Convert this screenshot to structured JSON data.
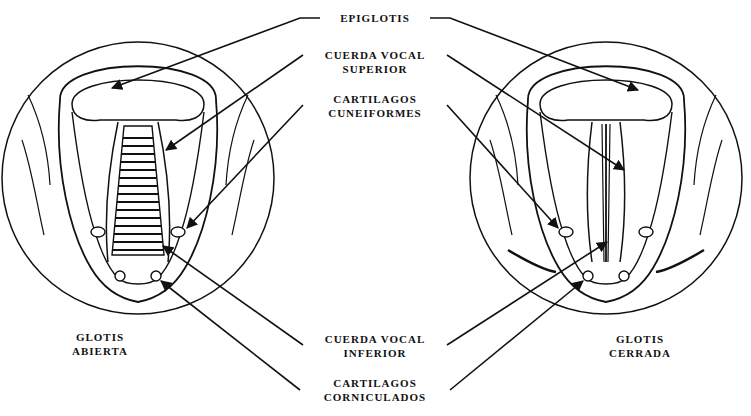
{
  "diagram": {
    "labels": [
      "EPIGLOTIS",
      "CUERDA VOCAL SUPERIOR",
      "CARTILAGOS CUNEIFORMES",
      "CUERDA VOCAL INFERIOR",
      "CARTILAGOS CORNICULADOS",
      "GLOTIS ABIERTA",
      "GLOTIS CERRADA"
    ]
  }
}
